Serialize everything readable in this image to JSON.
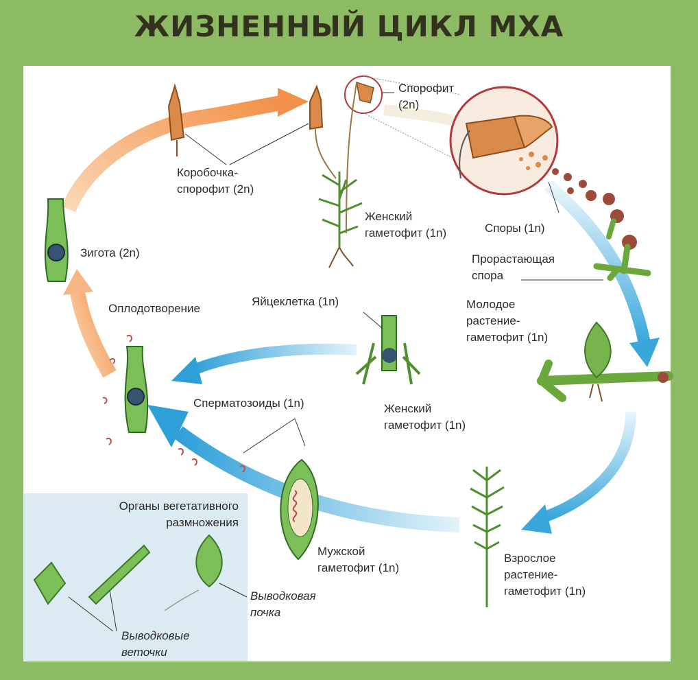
{
  "title": "ЖИЗНЕННЫЙ ЦИКЛ МХА",
  "labels": {
    "sporophyte_l1": "Спорофит",
    "sporophyte_l2": "(2n)",
    "capsule_l1": "Коробочка-",
    "capsule_l2": "спорофит (2n)",
    "female_top_l1": "Женский",
    "female_top_l2": "гаметофит (1n)",
    "spores": "Споры (1n)",
    "germinating_l1": "Прорастающая",
    "germinating_l2": "спора",
    "zygote": "Зигота (2n)",
    "fertilization": "Оплодотворение",
    "egg": "Яйцеклетка (1n)",
    "young_l1": "Молодое",
    "young_l2": "растение-",
    "young_l3": "гаметофит (1n)",
    "female_mid_l1": "Женский",
    "female_mid_l2": "гаметофит (1n)",
    "sperm": "Сперматозоиды (1n)",
    "veg_l1": "Органы вегетативного",
    "veg_l2": "размножения",
    "male_l1": "Мужской",
    "male_l2": "гаметофит (1n)",
    "adult_l1": "Взрослое",
    "adult_l2": "растение-",
    "adult_l3": "гаметофит (1n)",
    "bud_l1": "Выводковая",
    "bud_l2": "почка",
    "branches_l1": "Выводковые",
    "branches_l2": "веточки"
  },
  "colors": {
    "background": "#8dbb63",
    "title": "#33321f",
    "orange_arrow": "#f2a25c",
    "blue_arrow": "#3aa7dc",
    "plant_green": "#6aa83d",
    "capsule": "#d98a4a",
    "highlight_circle": "#b5383c"
  }
}
